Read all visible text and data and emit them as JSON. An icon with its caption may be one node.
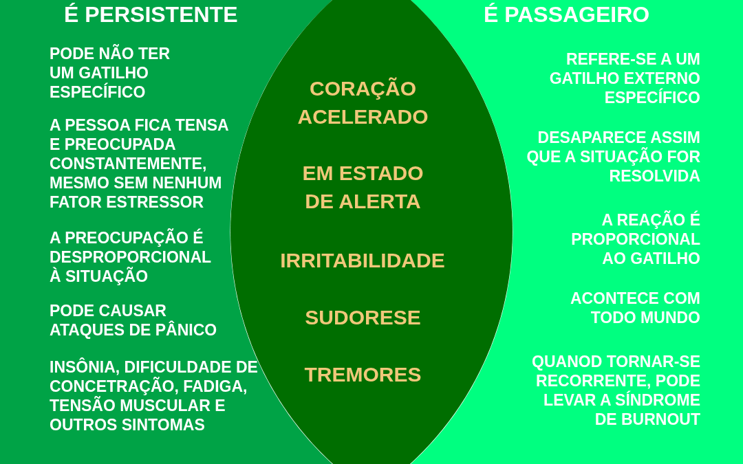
{
  "diagram": {
    "nodes": [
      {
        "text": [
          "É PERSISTENTE",
          "PODE NÃO TER UM GATILHO ESPECÍFICO",
          "A PESSOA FICA TENSA E PREOCUPADA CONSTANTEMENTE, MESMO SEM NENHUM FATOR ESTRESSOR",
          "A PREOCUPAÇÃO É DESPROPORCIONAL À SITUAÇÃO",
          "PODE CAUSAR ATAQUES DE PÂNICO",
          "INSÔNIA, DIFICULDADE DE CONCETRAÇÃO, FADIGA, TENSÃO MUSCULAR E OUTROS SINTOMAS"
        ]
      },
      {
        "text": [
          "CORAÇÃO ACELERADO",
          "EM ESTADO DE ALERTA",
          "IRRITABILIDADE",
          "SUDORESE",
          "TREMORES"
        ]
      },
      {
        "text": [
          "É PASSAGEIRO",
          "REFERE-SE A UM GATILHO EXTERNO ESPECÍFICO",
          "DESAPARECE ASSIM QUE A SITUAÇÃO FOR RESOLVIDA",
          "A REAÇÃO É PROPORCIONAL AO GATILHO",
          "ACONTECE COM TODO MUNDO",
          "QUANOD TORNAR-SE RECORRENTE, PODE LEVAR A SÍNDROME DE BURNOUT"
        ]
      }
    ]
  }
}
